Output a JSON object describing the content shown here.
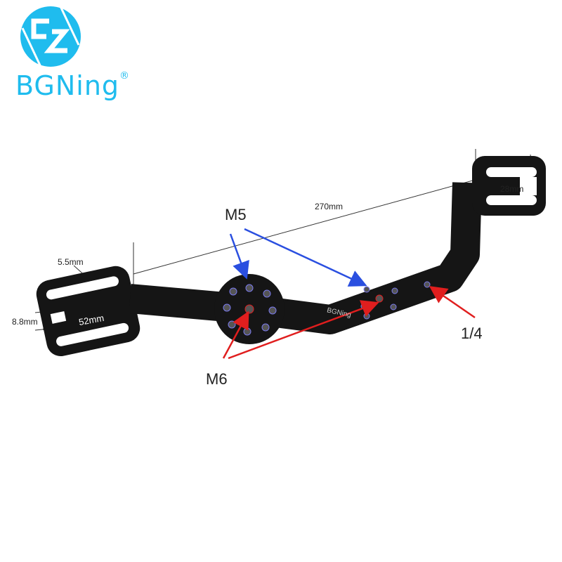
{
  "logo": {
    "text": "BGNing",
    "mark": "®",
    "color": "#1fbcee",
    "icon": "bgning-logo-icon"
  },
  "product": {
    "engraving": "BGNing"
  },
  "dimensions": {
    "slot_width": "5.5mm",
    "slot_gap": "8.8mm",
    "clamp_length": "52mm",
    "total_length": "270mm",
    "right_clamp": "28mm"
  },
  "callouts": {
    "m5": {
      "label": "M5",
      "color": "#2a4fe0"
    },
    "m6": {
      "label": "M6",
      "color": "#e01e1e"
    },
    "quarter": {
      "label": "1/4",
      "color": "#e01e1e"
    }
  }
}
